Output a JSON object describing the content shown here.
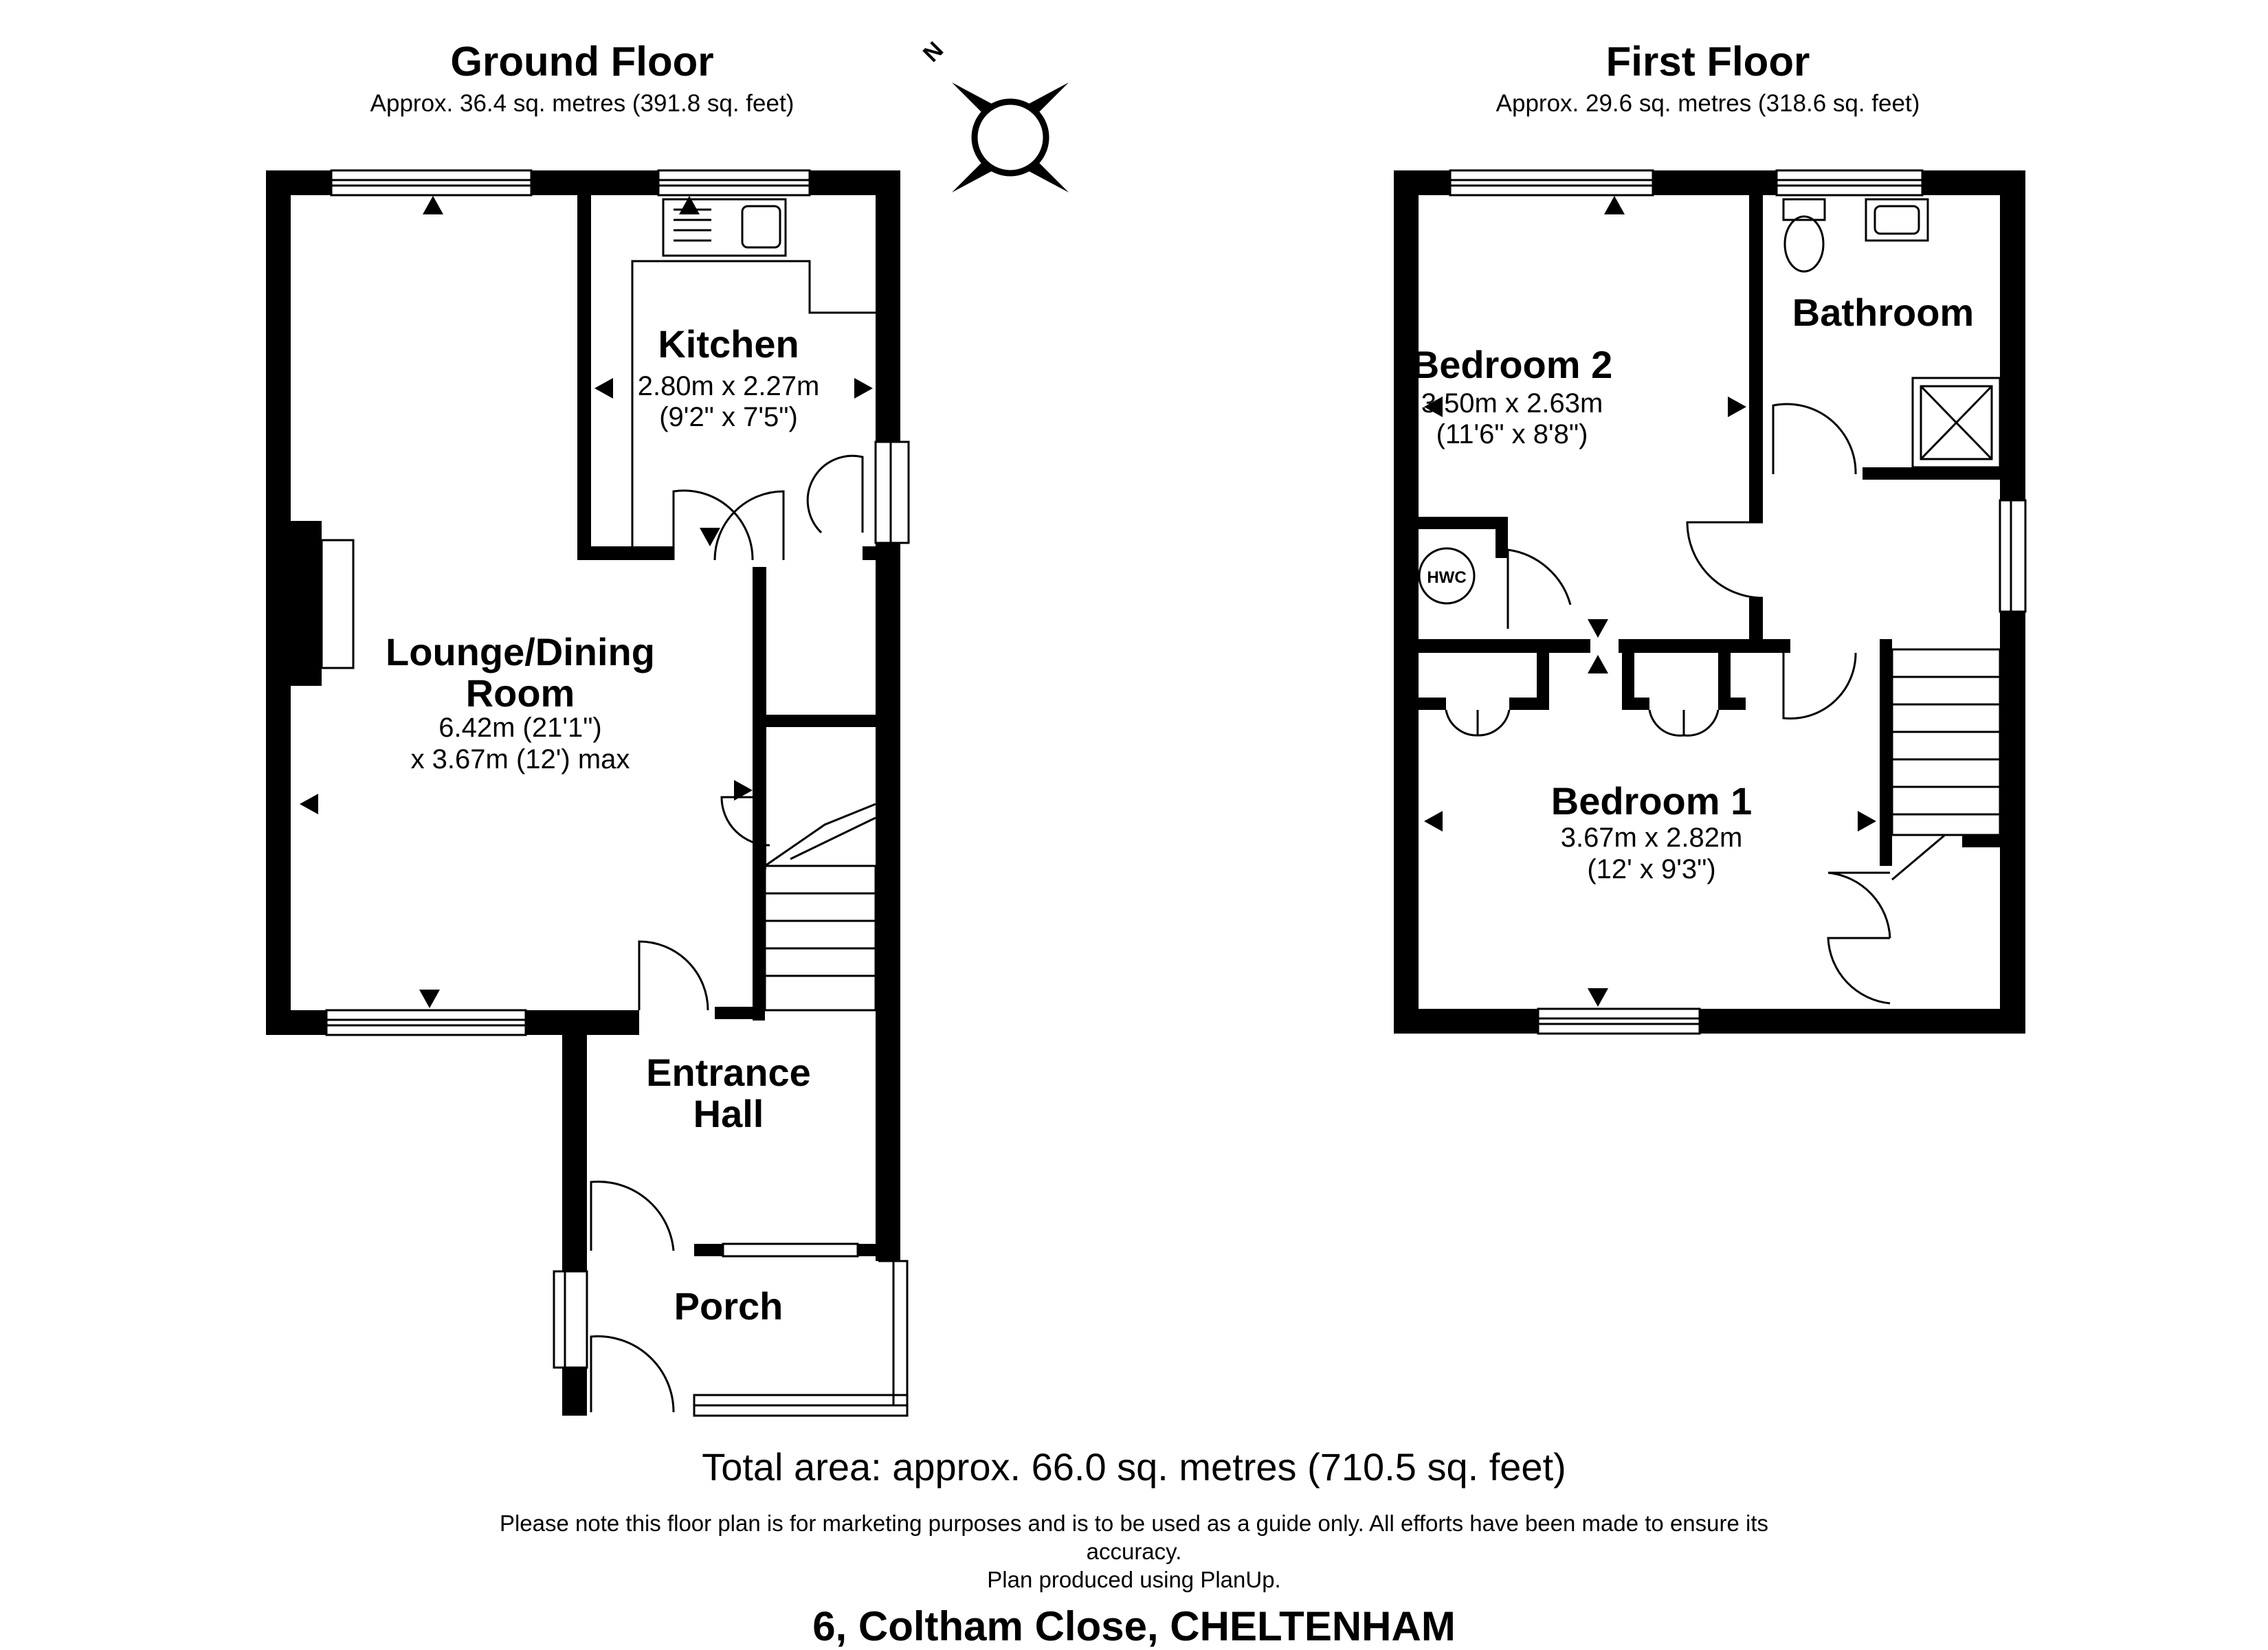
{
  "ground_floor": {
    "title": "Ground Floor",
    "area": "Approx. 36.4 sq. metres (391.8 sq. feet)",
    "rooms": {
      "kitchen": {
        "name": "Kitchen",
        "dim1": "2.80m x 2.27m",
        "dim2": "(9'2\" x 7'5\")"
      },
      "lounge": {
        "name1": "Lounge/Dining",
        "name2": "Room",
        "dim1": "6.42m (21'1\")",
        "dim2": "x 3.67m (12') max"
      },
      "hall": {
        "name1": "Entrance",
        "name2": "Hall"
      },
      "porch": {
        "name": "Porch"
      }
    }
  },
  "first_floor": {
    "title": "First Floor",
    "area": "Approx. 29.6 sq. metres (318.6 sq. feet)",
    "rooms": {
      "bedroom2": {
        "name": "Bedroom 2",
        "dim1": "3.50m x 2.63m",
        "dim2": "(11'6\" x 8'8\")"
      },
      "bathroom": {
        "name": "Bathroom"
      },
      "bedroom1": {
        "name": "Bedroom 1",
        "dim1": "3.67m x 2.82m",
        "dim2": "(12' x 9'3\")"
      },
      "hwc": {
        "label": "HWC"
      }
    }
  },
  "compass": {
    "label": "N",
    "icon": "compass-rose-icon"
  },
  "footer": {
    "total_area": "Total area: approx. 66.0 sq. metres (710.5 sq. feet)",
    "disclaimer_line1": "Please note this floor plan is for marketing purposes and is to be used as a guide only. All efforts have been made to ensure its",
    "disclaimer_line2": "accuracy.",
    "disclaimer_line3": "Plan produced using PlanUp.",
    "address": "6, Coltham Close, CHELTENHAM"
  },
  "colors": {
    "wall": "#000000",
    "background": "#ffffff"
  }
}
